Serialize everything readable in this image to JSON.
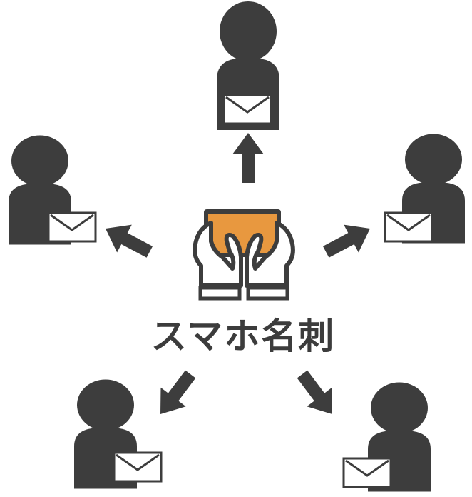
{
  "diagram": {
    "caption": "スマホ名刺",
    "colors": {
      "figure": "#3d3d3d",
      "arrow": "#3d3d3d",
      "envelope_fill": "#ffffff",
      "phone_screen": "#e8983f",
      "outline": "#3d3d3d"
    },
    "recipients": [
      {
        "name": "recipient-top",
        "icon": "person-with-envelope-icon"
      },
      {
        "name": "recipient-left",
        "icon": "person-with-envelope-icon"
      },
      {
        "name": "recipient-right",
        "icon": "person-with-envelope-icon"
      },
      {
        "name": "recipient-bottom-left",
        "icon": "person-with-envelope-icon"
      },
      {
        "name": "recipient-bottom-right",
        "icon": "person-with-envelope-icon"
      }
    ],
    "center_icon": "hands-holding-smartphone-icon"
  }
}
